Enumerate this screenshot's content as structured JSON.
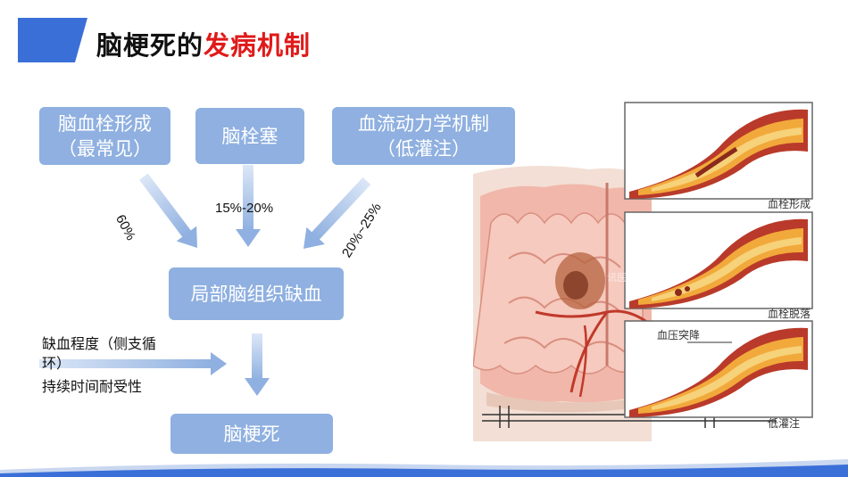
{
  "title": {
    "part1": "脑梗死的",
    "part2": "发病机制"
  },
  "colors": {
    "box": "#8fb0e0",
    "accent_blue": "#3a6fd8",
    "title_red": "#e01a1a"
  },
  "causes": [
    {
      "line1": "脑血栓形成",
      "line2": "（最常见）"
    },
    {
      "line1": "脑栓塞",
      "line2": ""
    },
    {
      "line1": "血流动力学机制",
      "line2": "（低灌注）"
    }
  ],
  "percentages": {
    "thrombosis": "60%",
    "embolism": "15%-20%",
    "hemodynamic": "20%~25%"
  },
  "middle_box": "局部脑组织缺血",
  "factors": {
    "line1": "缺血程度（侧支循",
    "line2": "环）",
    "line3": "持续时间耐受性"
  },
  "result_box": "脑梗死",
  "illustration": {
    "labels": [
      "血栓形成",
      "血栓脱落",
      "低灌注"
    ],
    "callout": "血压突降",
    "watermark": "讯医网"
  }
}
